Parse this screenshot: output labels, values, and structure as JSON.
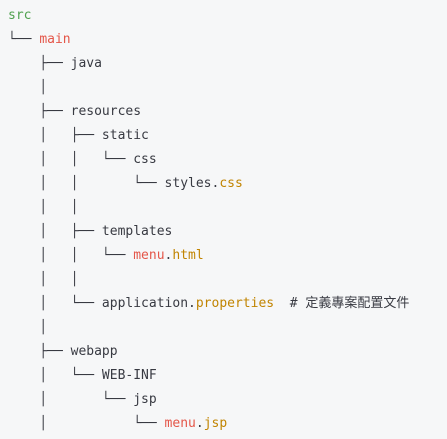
{
  "lines": [
    [
      {
        "t": "",
        "c": "tree"
      },
      {
        "t": "src",
        "c": "green"
      }
    ],
    [
      {
        "t": "└── ",
        "c": "tree"
      },
      {
        "t": "main",
        "c": "red"
      }
    ],
    [
      {
        "t": "    ├── ",
        "c": "tree"
      },
      {
        "t": "java",
        "c": "plain"
      }
    ],
    [
      {
        "t": "    │",
        "c": "tree"
      }
    ],
    [
      {
        "t": "    ├── ",
        "c": "tree"
      },
      {
        "t": "resources",
        "c": "plain"
      }
    ],
    [
      {
        "t": "    │   ├── ",
        "c": "tree"
      },
      {
        "t": "static",
        "c": "plain"
      }
    ],
    [
      {
        "t": "    │   │   └── ",
        "c": "tree"
      },
      {
        "t": "css",
        "c": "plain"
      }
    ],
    [
      {
        "t": "    │   │       └── ",
        "c": "tree"
      },
      {
        "t": "styles.",
        "c": "plain"
      },
      {
        "t": "css",
        "c": "orange"
      }
    ],
    [
      {
        "t": "    │   │",
        "c": "tree"
      }
    ],
    [
      {
        "t": "    │   ├── ",
        "c": "tree"
      },
      {
        "t": "templates",
        "c": "plain"
      }
    ],
    [
      {
        "t": "    │   │   └── ",
        "c": "tree"
      },
      {
        "t": "menu",
        "c": "red"
      },
      {
        "t": ".",
        "c": "plain"
      },
      {
        "t": "html",
        "c": "orange"
      }
    ],
    [
      {
        "t": "    │   │",
        "c": "tree"
      }
    ],
    [
      {
        "t": "    │   └── ",
        "c": "tree"
      },
      {
        "t": "application.",
        "c": "plain"
      },
      {
        "t": "properties",
        "c": "orange"
      },
      {
        "t": "  # 定義專案配置文件",
        "c": "plain"
      }
    ],
    [
      {
        "t": "    │",
        "c": "tree"
      }
    ],
    [
      {
        "t": "    ├── ",
        "c": "tree"
      },
      {
        "t": "webapp",
        "c": "plain"
      }
    ],
    [
      {
        "t": "    │   └── ",
        "c": "tree"
      },
      {
        "t": "WEB-INF",
        "c": "plain"
      }
    ],
    [
      {
        "t": "    │       └── ",
        "c": "tree"
      },
      {
        "t": "jsp",
        "c": "plain"
      }
    ],
    [
      {
        "t": "    │           └── ",
        "c": "tree"
      },
      {
        "t": "menu",
        "c": "red"
      },
      {
        "t": ".",
        "c": "plain"
      },
      {
        "t": "jsp",
        "c": "orange"
      }
    ]
  ]
}
